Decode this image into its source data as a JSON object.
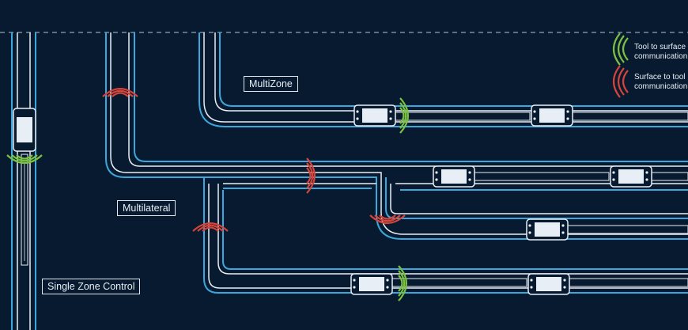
{
  "labels": {
    "multizone": "MultiZone",
    "multilateral": "Multilateral",
    "single_zone": "Single Zone Control"
  },
  "legend": {
    "tool_to_surface_line1": "Tool to surface",
    "tool_to_surface_line2": "communication",
    "surface_to_tool_line1": "Surface to tool",
    "surface_to_tool_line2": "communication"
  },
  "colors": {
    "background": "#071a2f",
    "pipe_blue": "#3ba7dc",
    "pipe_white": "#e8eef5",
    "signal_green": "#7cc242",
    "signal_red": "#d5443a",
    "dashed_surface": "#8fa3b5"
  },
  "icons": {
    "tool": "downhole-tool-icon",
    "green_signal": "tool-to-surface-signal-icon",
    "red_signal": "surface-to-tool-signal-icon"
  }
}
